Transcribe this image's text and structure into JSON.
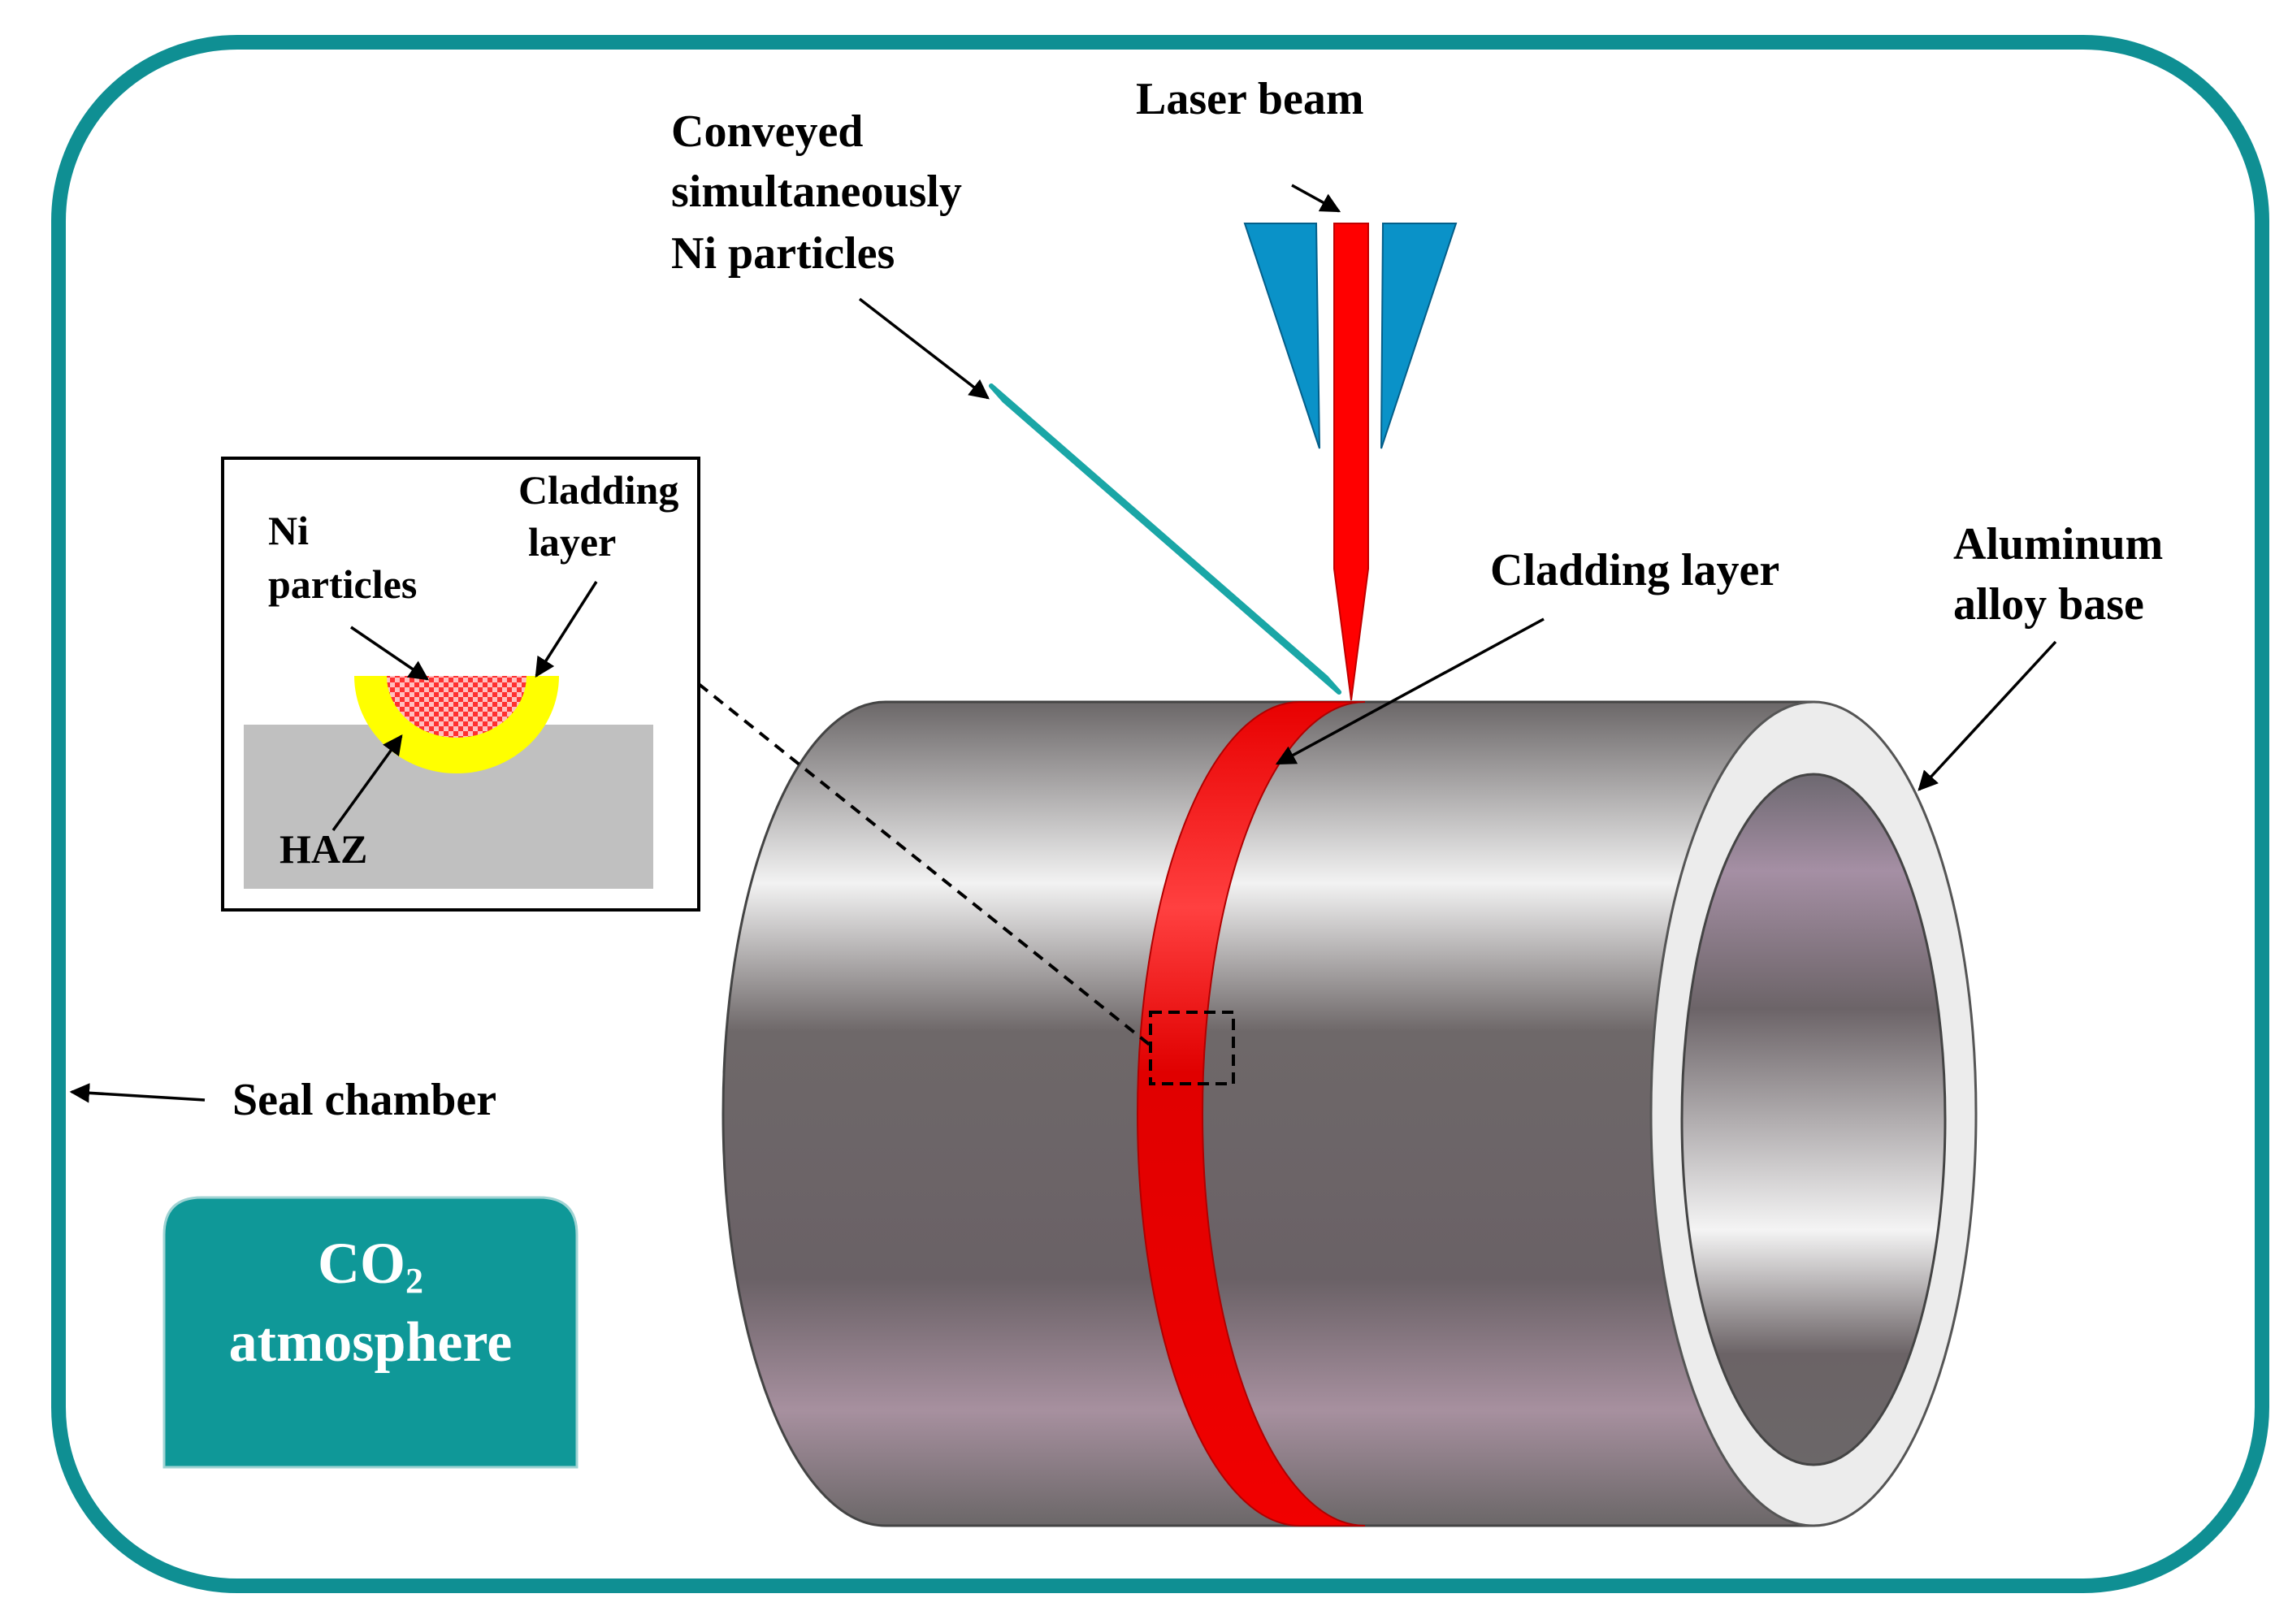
{
  "labels": {
    "laser_beam": "Laser beam",
    "conveyed_line1": "Conveyed",
    "conveyed_line2": "simultaneously",
    "conveyed_line3": "Ni particles",
    "cladding_layer": "Cladding layer",
    "aluminum_line1": "Aluminum",
    "aluminum_line2": "alloy base",
    "seal_chamber": "Seal chamber"
  },
  "inset": {
    "ni_line1": "Ni",
    "ni_line2": "particles",
    "cladding_line1": "Cladding",
    "cladding_line2": "layer",
    "haz": "HAZ"
  },
  "atmosphere": {
    "formula_main": "CO",
    "formula_sub": "2",
    "word": "atmosphere"
  },
  "colors": {
    "chamber_border": "#0f8f93",
    "atmosphere_box": "#0f9898",
    "laser": "#ff0000",
    "nozzle": "#0a92c8",
    "feed_tube_outline": "#1aa6a6",
    "haz": "#ffff00",
    "substrate": "#c0c0c0"
  }
}
